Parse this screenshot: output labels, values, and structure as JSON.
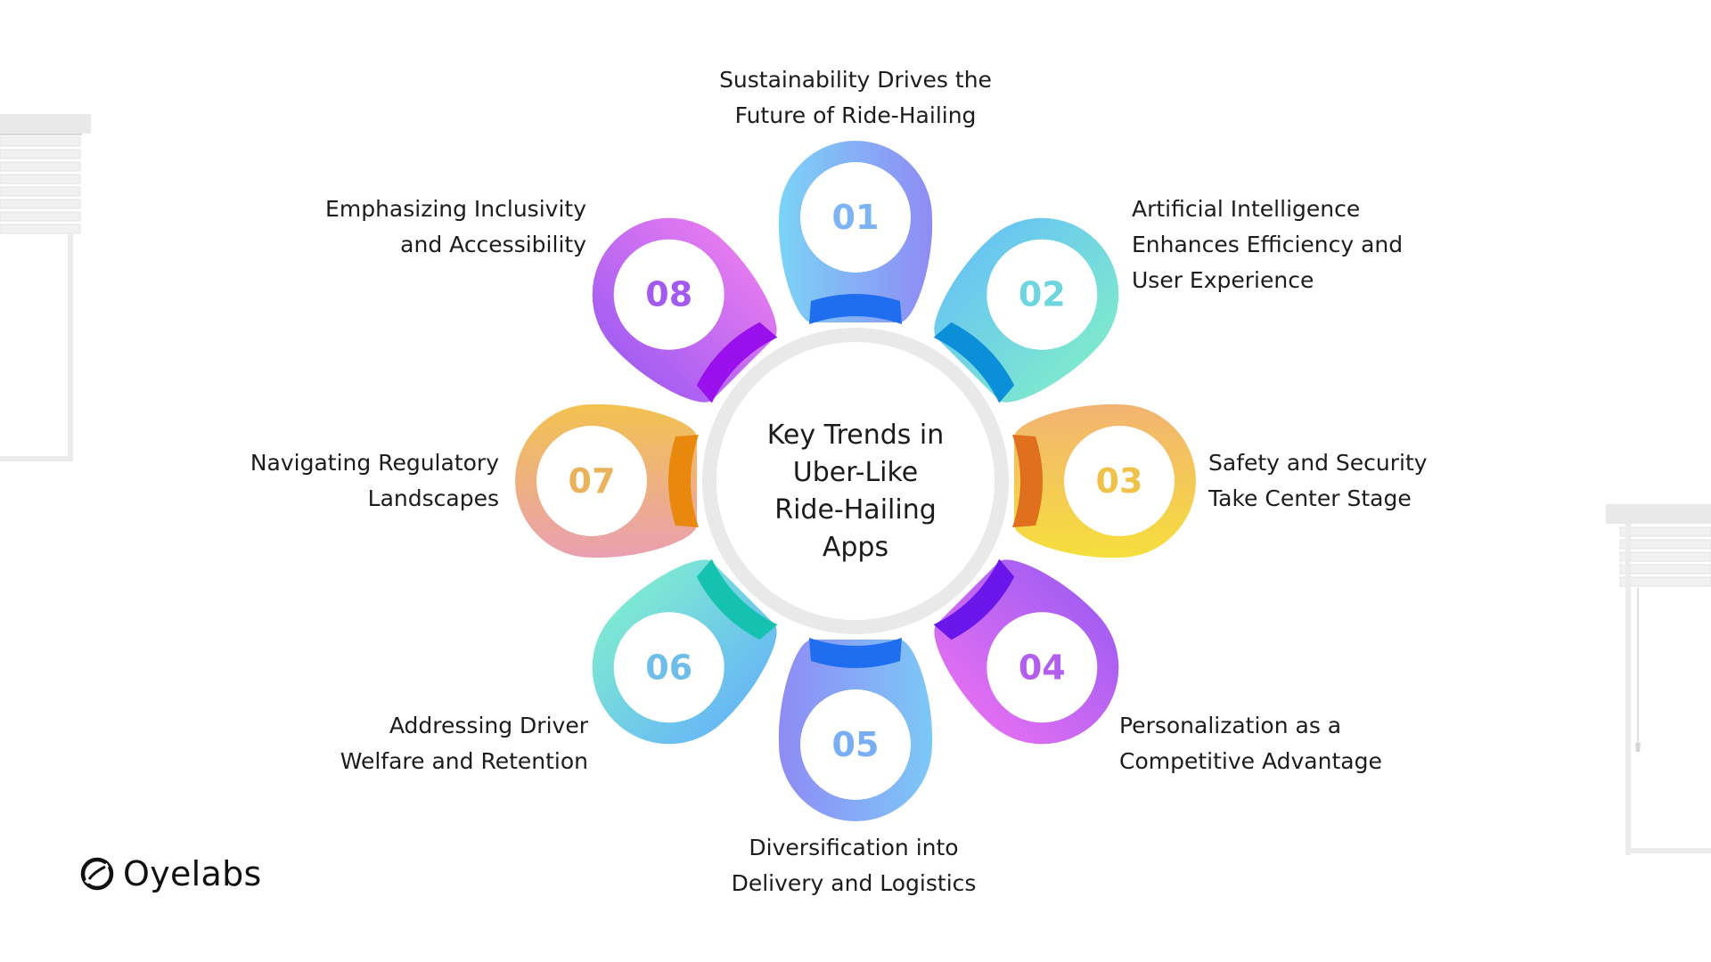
{
  "center": {
    "title_lines": [
      "Key Trends in",
      "Uber-Like",
      "Ride-Hailing",
      "Apps"
    ]
  },
  "brand": {
    "name": "Oyelabs",
    "icon": "oyelabs-logo-icon"
  },
  "petals": [
    {
      "number": "01",
      "label_lines": [
        "Sustainability Drives the",
        "Future of Ride-Hailing"
      ],
      "colors": [
        "#7cd3f7",
        "#8f8bf5"
      ],
      "ring": "#1f6ef0",
      "num_color": "#7fb4f4"
    },
    {
      "number": "02",
      "label_lines": [
        "Artificial Intelligence",
        "Enhances Efficiency and",
        "User Experience"
      ],
      "colors": [
        "#69c6f1",
        "#7de8cf"
      ],
      "ring": "#0b8fd8",
      "num_color": "#6fd6df"
    },
    {
      "number": "03",
      "label_lines": [
        "Safety and Security",
        "Take Center Stage"
      ],
      "colors": [
        "#f2b372",
        "#f6df3c"
      ],
      "ring": "#e0701e",
      "num_color": "#f0c24a"
    },
    {
      "number": "04",
      "label_lines": [
        "Personalization as a",
        "Competitive Advantage"
      ],
      "colors": [
        "#a55ef2",
        "#e06ef2"
      ],
      "ring": "#6a16ea",
      "num_color": "#b45ef0"
    },
    {
      "number": "05",
      "label_lines": [
        "Diversification into",
        "Delivery and Logistics"
      ],
      "colors": [
        "#7cc8f7",
        "#8f8bf5"
      ],
      "ring": "#1f6ef0",
      "num_color": "#79aef4"
    },
    {
      "number": "06",
      "label_lines": [
        "Addressing Driver",
        "Welfare and Retention"
      ],
      "colors": [
        "#68b9f4",
        "#7de8d3"
      ],
      "ring": "#15c2b0",
      "num_color": "#6fbde9"
    },
    {
      "number": "07",
      "label_lines": [
        "Navigating Regulatory",
        "Landscapes"
      ],
      "colors": [
        "#eaa0b0",
        "#f2c24f"
      ],
      "ring": "#e8890d",
      "num_color": "#eab25a"
    },
    {
      "number": "08",
      "label_lines": [
        "Emphasizing Inclusivity",
        "and Accessibility"
      ],
      "colors": [
        "#a55ef2",
        "#e47af0"
      ],
      "ring": "#9a10ec",
      "num_color": "#a35aee"
    }
  ]
}
